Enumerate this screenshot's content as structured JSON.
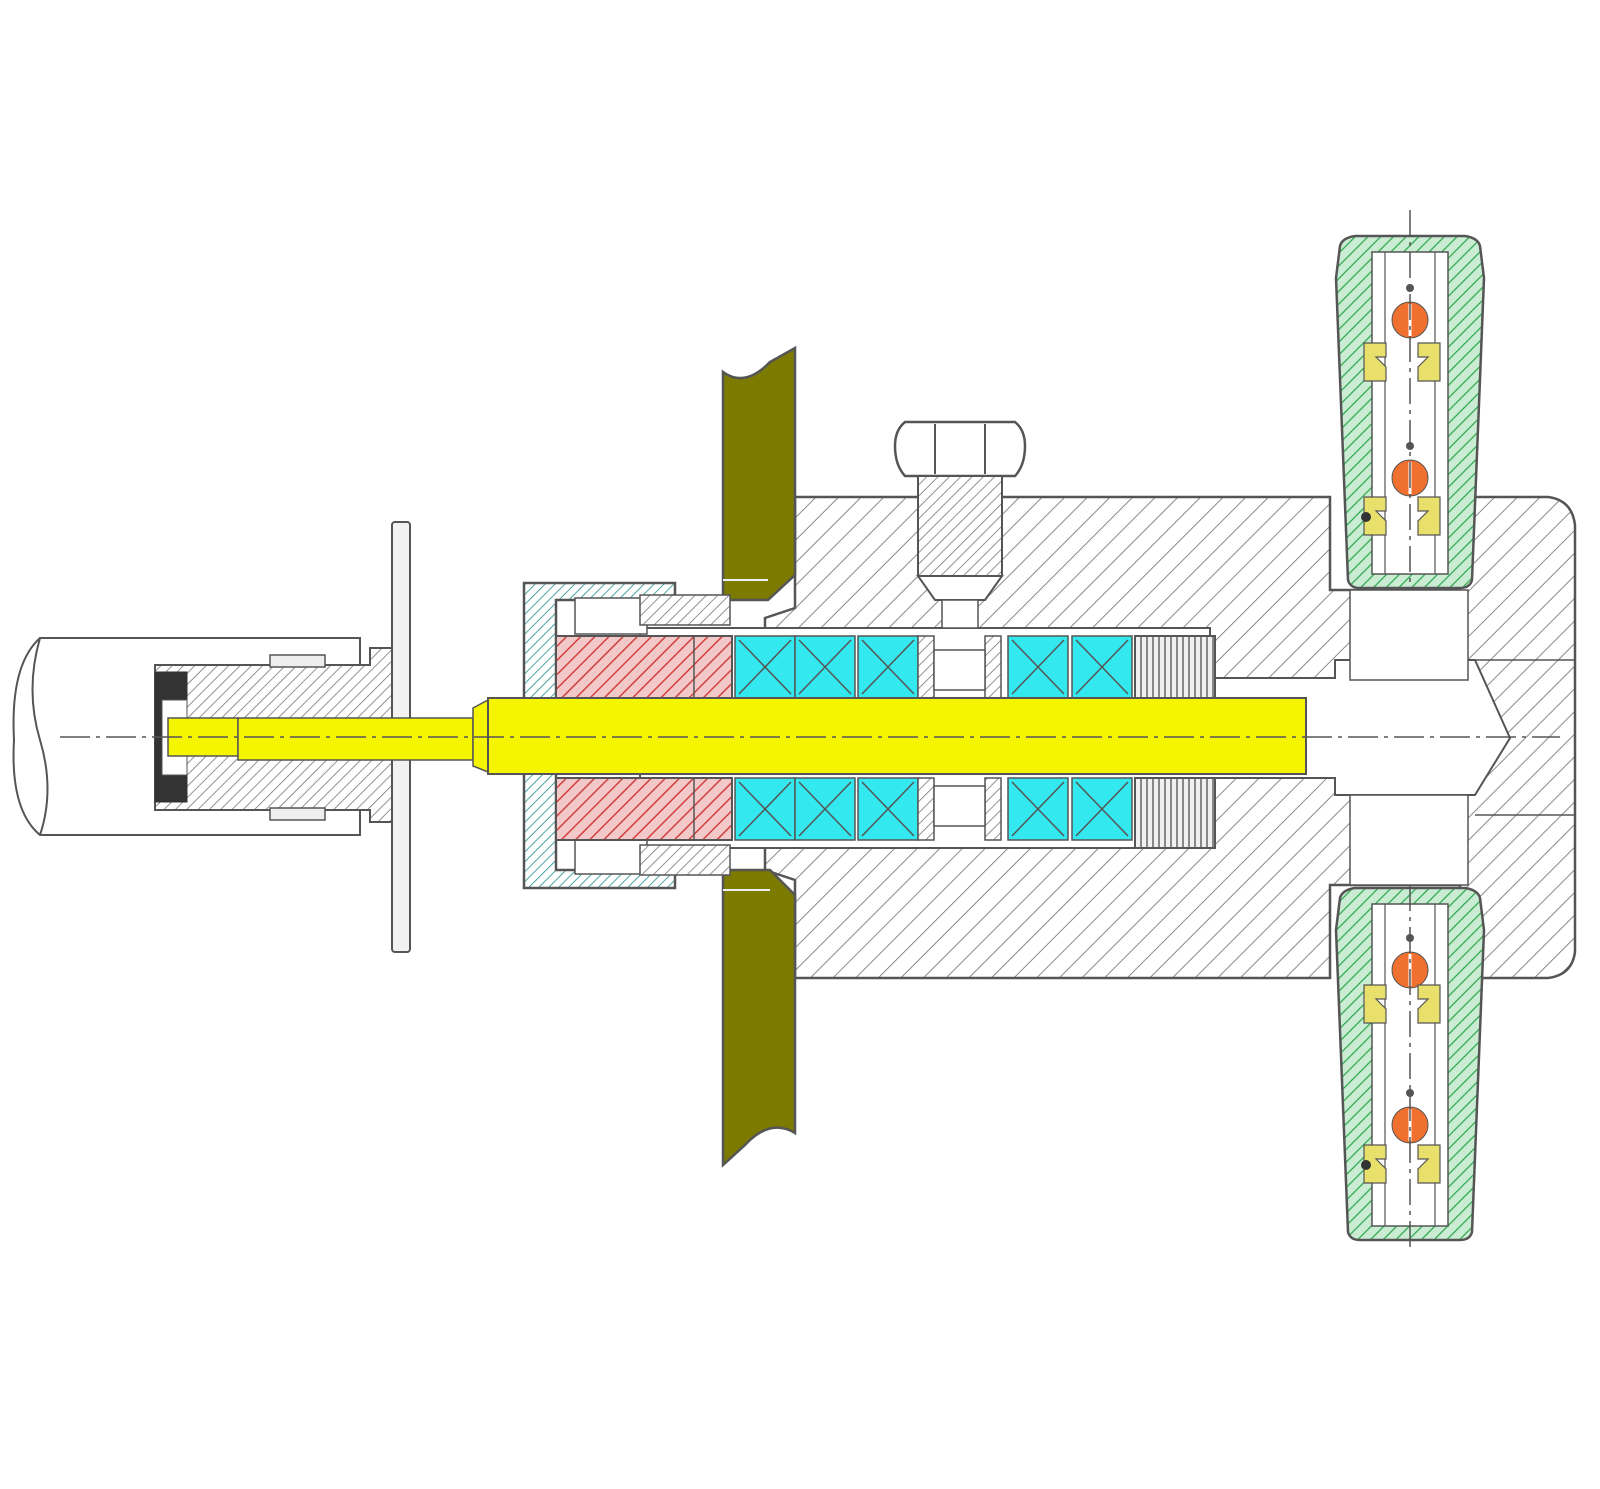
{
  "diagram": {
    "kind": "mechanical cross-section",
    "labels": [],
    "colors": {
      "background": "#ffffff",
      "outline": "#555555",
      "hatch": "#8a8a8a",
      "shaft": "#f5f500",
      "bearing": "#33e8ee",
      "seal_red": "#d24040",
      "plate": "#7d7a00",
      "wheel_green": "#2fa84f",
      "ball_orange": "#f07030",
      "clip_yellow": "#e8e06a",
      "cap_teal": "#3a9a9a"
    },
    "parts": [
      "motor-tube",
      "coupling",
      "thin-flange",
      "end-cap",
      "labyrinth-seal",
      "bearing-stack",
      "main-shaft",
      "housing-block",
      "bulkhead-plate-top",
      "bulkhead-plate-bottom",
      "hex-plug",
      "rotary-fitting-top",
      "rotary-fitting-bottom"
    ]
  }
}
